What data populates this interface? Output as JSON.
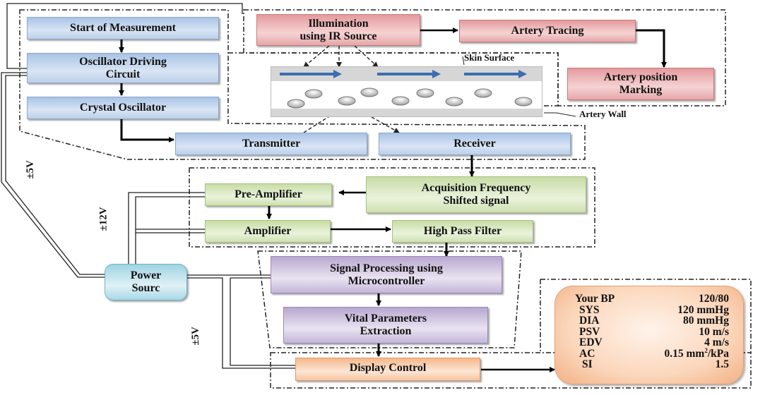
{
  "diagram": {
    "blocks": {
      "start_measurement": "Start of Measurement",
      "osc_driving_1": "Oscillator Driving",
      "osc_driving_2": "Circuit",
      "crystal_osc": "Crystal Oscillator",
      "transmitter": "Transmitter",
      "receiver": "Receiver",
      "illumination_1": "Illumination",
      "illumination_2": "using IR Source",
      "artery_tracing": "Artery Tracing",
      "artery_marking_1": "Artery position",
      "artery_marking_2": "Marking",
      "acq_1": "Acquisition Frequency",
      "acq_2": "Shifted signal",
      "pre_amp": "Pre-Amplifier",
      "amp": "Amplifier",
      "hpf": "High Pass Filter",
      "power_1": "Power",
      "power_2": "Sourc",
      "sigproc_1": "Signal Processing using",
      "sigproc_2": "Microcontroller",
      "vital_1": "Vital Parameters",
      "vital_2": "Extraction",
      "display": "Display Control"
    },
    "labels": {
      "skin_surface": "Skin Surface",
      "artery_wall": "Artery Wall",
      "volt_5v_top": "±5V",
      "volt_12v": "±12V",
      "volt_5v_bottom": "±5V"
    },
    "colors": {
      "blue_block": "#bcd0ea",
      "red_block": "#f5d3d3",
      "green_block": "#eaf3dc",
      "purple_block": "#e9e3f1",
      "orange_block": "#fde6d5",
      "power_block": "#a9d8e6",
      "flow_arrow": "#3c6db0"
    },
    "result_panel": {
      "rows": [
        {
          "key": "Your BP",
          "value": "120/80"
        },
        {
          "key": "SYS",
          "value": "120 mmHg"
        },
        {
          "key": "DIA",
          "value": "80 mmHg"
        },
        {
          "key": "PSV",
          "value": "10 m/s"
        },
        {
          "key": "EDV",
          "value": "4 m/s"
        },
        {
          "key": "AC",
          "value_pre": "0.15 mm",
          "value_sup": "2",
          "value_post": "/kPa"
        },
        {
          "key": "SI",
          "value": "1.5"
        }
      ]
    }
  }
}
